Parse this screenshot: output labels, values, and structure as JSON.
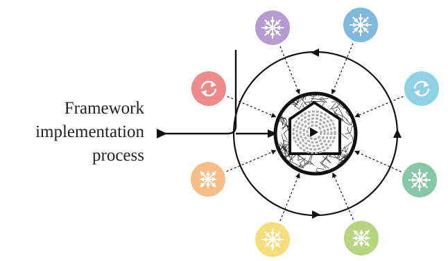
{
  "label": {
    "line1": "Framework",
    "line2": "implementation",
    "line3": "process"
  },
  "nodes": [
    {
      "name": "purple-inward-arrows-node",
      "color": "#b79bd0",
      "icon": "inward-arrows-icon"
    },
    {
      "name": "blue-inward-arrows-node",
      "color": "#7fb8dd",
      "icon": "inward-arrows-icon"
    },
    {
      "name": "cyan-cycle-node",
      "color": "#8ed0e6",
      "icon": "cycle-arrows-icon"
    },
    {
      "name": "teal-inward-arrows-node",
      "color": "#86c7a6",
      "icon": "inward-arrows-icon"
    },
    {
      "name": "green-outward-arrows-node",
      "color": "#b5d57e",
      "icon": "outward-arrows-icon"
    },
    {
      "name": "yellow-inward-arrows-node",
      "color": "#f7dc7a",
      "icon": "inward-arrows-icon"
    },
    {
      "name": "orange-outward-arrows-node",
      "color": "#f6bd86",
      "icon": "outward-arrows-icon"
    },
    {
      "name": "red-cycle-node",
      "color": "#ef8a8a",
      "icon": "cycle-arrows-icon"
    }
  ]
}
